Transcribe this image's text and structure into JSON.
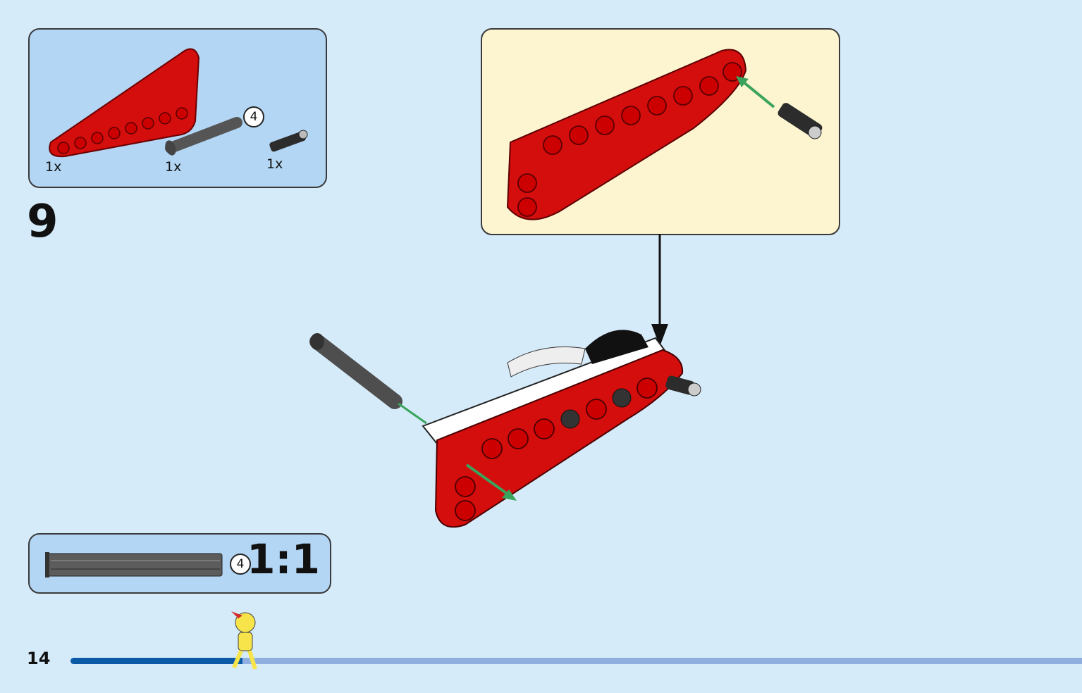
{
  "page": {
    "number": "14",
    "progress_fraction": 0.17
  },
  "step": {
    "number": "9"
  },
  "parts_list": {
    "items": [
      {
        "name": "red-curved-beam",
        "quantity": "1x"
      },
      {
        "name": "gray-axle",
        "quantity": "1x",
        "length_badge": "4"
      },
      {
        "name": "black-pin",
        "quantity": "1x"
      }
    ]
  },
  "ruler": {
    "length_badge": "4",
    "scale": "1:1"
  },
  "colors": {
    "background": "#d6ebfa",
    "panel_blue": "#b3d6f4",
    "callout_yellow": "#fdf4d0",
    "brick_red": "#d40d0d",
    "axle_gray": "#5a5a5a",
    "arrow_green": "#3aa35c",
    "progress_fill": "#0b5aa8",
    "progress_track": "#8fb0de"
  },
  "icons": [
    "red-beam-icon",
    "axle-icon",
    "pin-icon",
    "insert-arrow-icon",
    "down-arrow-icon",
    "runner-figure-icon"
  ]
}
